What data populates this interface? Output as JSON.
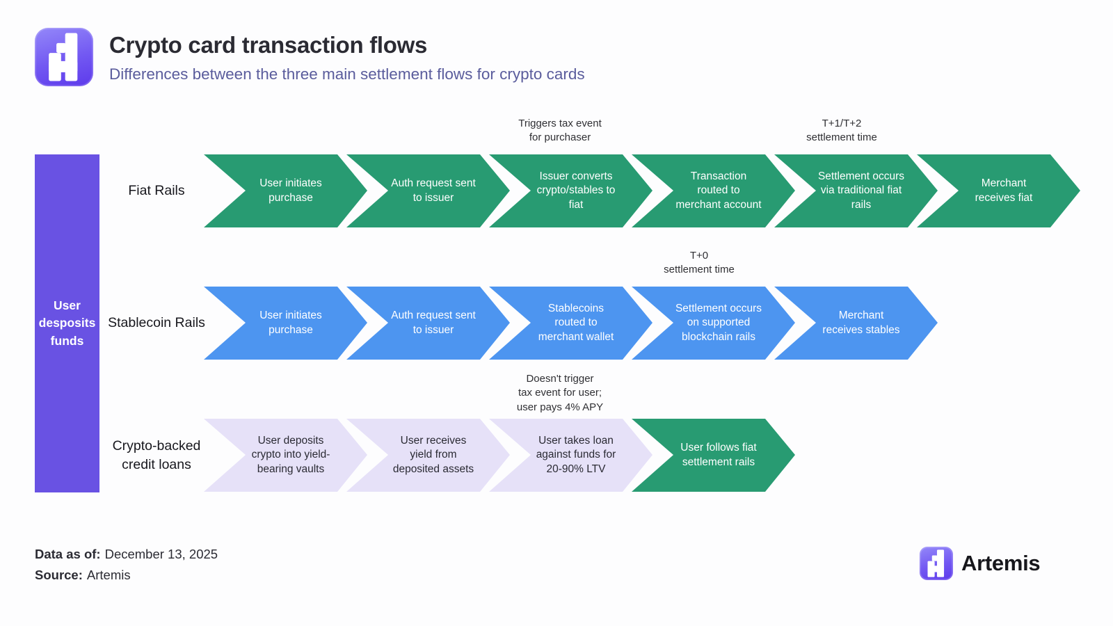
{
  "header": {
    "title": "Crypto card transaction flows",
    "subtitle": "Differences between the three main settlement flows for crypto cards"
  },
  "left_bar": {
    "label": "User\ndesposits\nfunds"
  },
  "rows": [
    {
      "label": "Fiat Rails",
      "color": "#289b72",
      "arrows": [
        "User initiates purchase",
        "Auth request sent to issuer",
        "Issuer converts crypto/stables to fiat",
        "Transaction routed to merchant account",
        "Settlement occurs via traditional fiat rails",
        "Merchant receives fiat"
      ]
    },
    {
      "label": "Stablecoin Rails",
      "color": "#4d95f0",
      "arrows": [
        "User initiates purchase",
        "Auth request sent to issuer",
        "Stablecoins routed to merchant wallet",
        "Settlement occurs on supported blockchain rails",
        "Merchant receives stables"
      ]
    },
    {
      "label": "Crypto-backed\ncredit loans",
      "color": "#e6e1f8",
      "final_arrow_color": "#289b72",
      "arrows": [
        "User deposits crypto into yield-bearing vaults",
        "User receives yield from deposited assets",
        "User takes loan against funds for 20-90% LTV",
        "User follows fiat settlement rails"
      ]
    }
  ],
  "annotations": [
    {
      "text": "Triggers tax event\nfor purchaser"
    },
    {
      "text": "T+1/T+2\nsettlement time"
    },
    {
      "text": "T+0\nsettlement time"
    },
    {
      "text": "Doesn't trigger\ntax event for user;\nuser pays 4% APY"
    }
  ],
  "footer": {
    "data_as_of_label": "Data as of:",
    "data_as_of_value": "December 13, 2025",
    "source_label": "Source:",
    "source_value": "Artemis",
    "brand": "Artemis"
  },
  "colors": {
    "fiat_green": "#289b72",
    "stablecoin_blue": "#4d95f0",
    "loan_lavender": "#e6e1f8",
    "deposit_purple": "#6952e3",
    "brand_purple": "#7258f2"
  }
}
